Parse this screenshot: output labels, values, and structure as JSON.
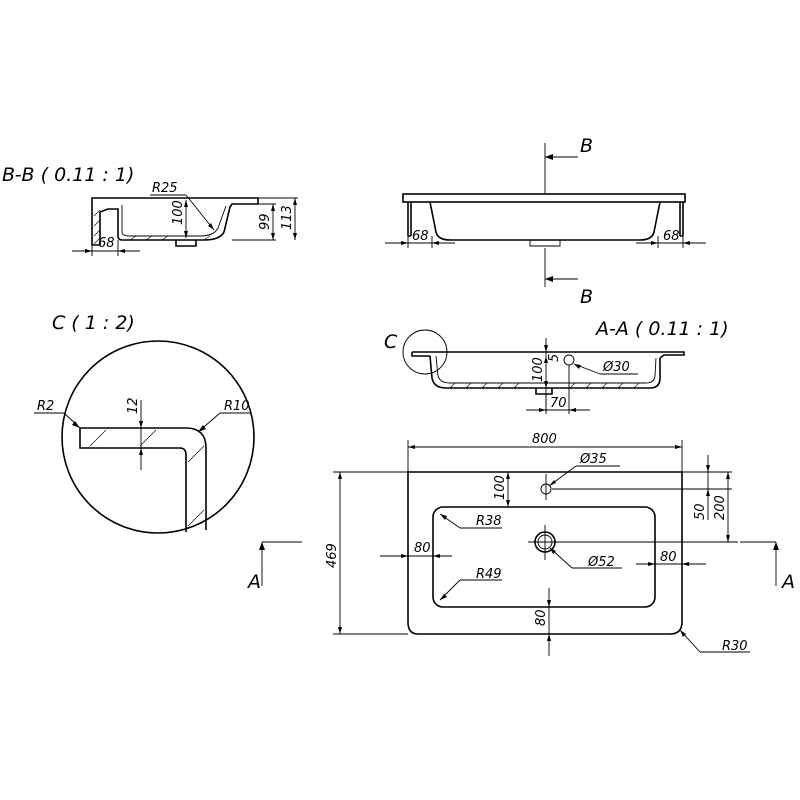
{
  "section_bb": {
    "title": "B-B ( 0.11 : 1)",
    "r25": "R25",
    "d100": "100",
    "d99": "99",
    "d113": "113",
    "d68": "68"
  },
  "front_view": {
    "cut_top": "B",
    "cut_bottom": "B",
    "d68_left": "68",
    "d68_right": "68"
  },
  "detail_c": {
    "title": "C ( 1 : 2)",
    "r2": "R2",
    "d12": "12",
    "r10": "R10"
  },
  "section_aa": {
    "title": "A-A ( 0.11 : 1)",
    "detail_ref": "C",
    "d5": "5",
    "d100": "100",
    "d30": "Ø30",
    "d70": "70"
  },
  "plan_view": {
    "d800": "800",
    "d35": "Ø35",
    "d100": "100",
    "d50": "50",
    "d200": "200",
    "r38": "R38",
    "d80_left": "80",
    "d52": "Ø52",
    "d80_right": "80",
    "d469": "469",
    "r49": "R49",
    "d80_bottom": "80",
    "r30": "R30",
    "cut_left": "A",
    "cut_right": "A"
  }
}
